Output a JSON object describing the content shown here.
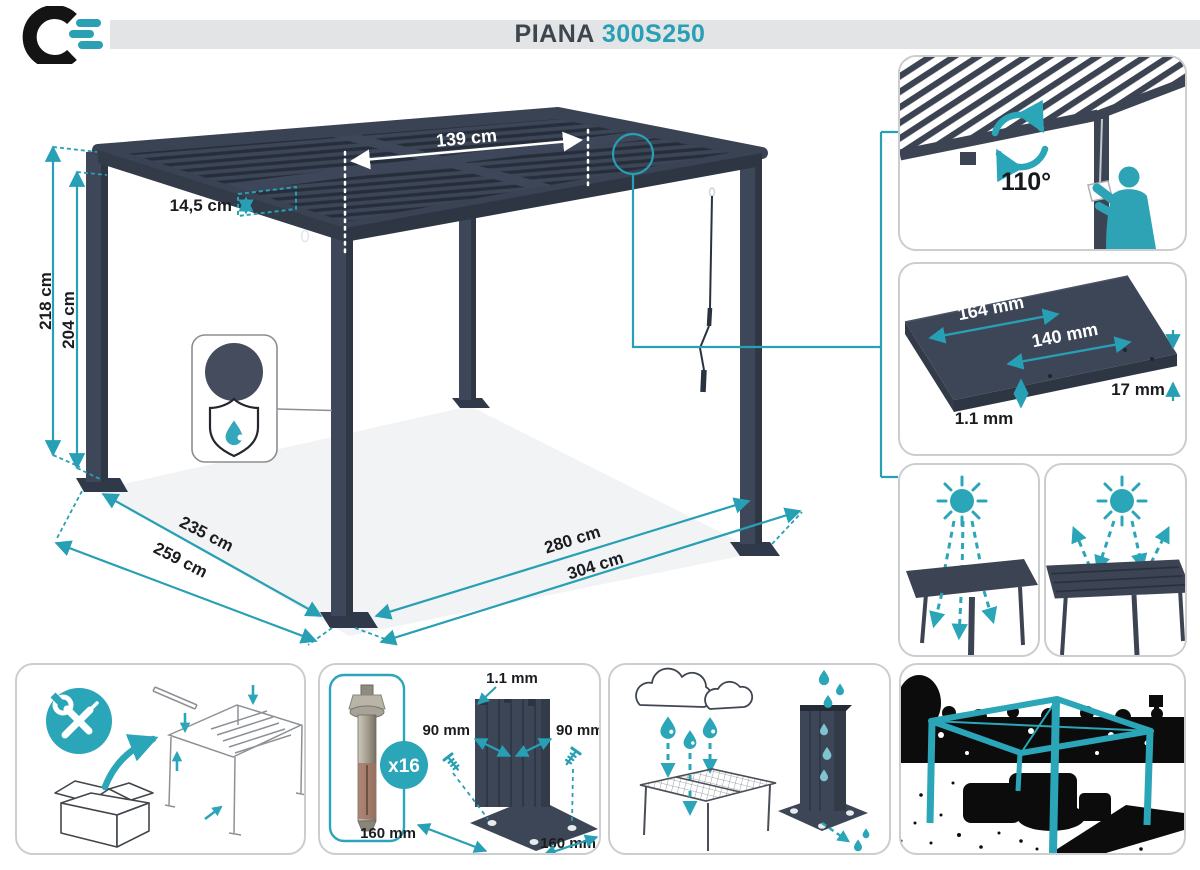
{
  "header": {
    "brand": "C",
    "title": "PIANA",
    "model": "300S250"
  },
  "colors": {
    "accent_teal": "#279fb4",
    "charcoal": "#3d4657",
    "text_dark": "#1a1c20",
    "header_bar": "#e3e4e5"
  },
  "pergola_dimensions": {
    "roof_section_width": "139 cm",
    "fascia_height": "14,5 cm",
    "total_height": "218 cm",
    "clearance_height": "204 cm",
    "side_inner_depth": "235 cm",
    "side_outer_depth": "259 cm",
    "front_inner_width": "280 cm",
    "front_outer_width": "304 cm"
  },
  "louver_rotation": {
    "angle": "110°"
  },
  "louver_profile": {
    "outer_width": "164 mm",
    "inner_width": "140 mm",
    "edge_height": "17 mm",
    "material_thickness": "1.1 mm"
  },
  "post_anchor": {
    "anchor_count": "x16",
    "wall_thickness": "1.1 mm",
    "post_side_a": "90 mm",
    "post_side_b": "90 mm",
    "plate_side_a": "160 mm",
    "plate_side_b": "160 mm"
  }
}
